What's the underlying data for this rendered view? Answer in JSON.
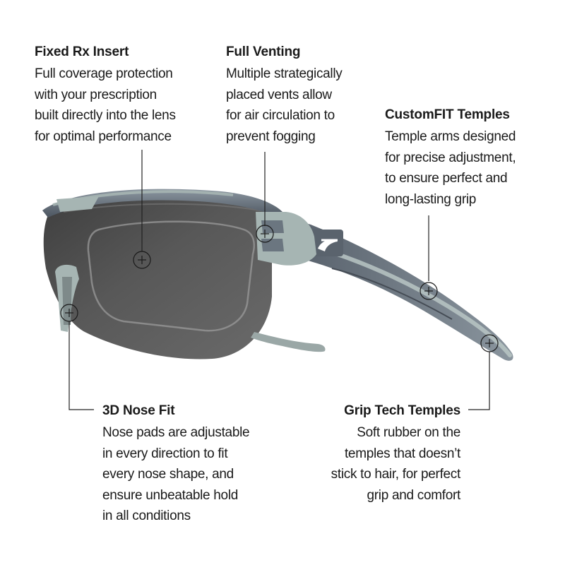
{
  "features": {
    "fixed_rx": {
      "title": "Fixed Rx Insert",
      "body": "Full coverage protection\nwith your prescription\nbuilt directly into the lens\nfor optimal performance"
    },
    "full_venting": {
      "title": "Full Venting",
      "body": "Multiple strategically\nplaced vents allow\nfor air circulation to\nprevent fogging"
    },
    "customfit": {
      "title": "CustomFIT Temples",
      "body": "Temple arms designed\nfor precise adjustment,\nto ensure perfect and\nlong-lasting grip"
    },
    "nose_fit": {
      "title": "3D Nose Fit",
      "body": "Nose pads are adjustable\nin every direction to fit\nevery nose shape, and\nensure unbeatable hold\nin all conditions"
    },
    "grip_tech": {
      "title": "Grip Tech Temples",
      "body": "Soft rubber on the\ntemples that doesn’t\nstick to hair, for perfect\ngrip and comfort"
    }
  },
  "colors": {
    "lens": "#4a4a4a",
    "frame": "#5c6570",
    "frame_light": "#a6b5b3",
    "callout_line": "#222222"
  },
  "icons": [
    "crosshair-icon",
    "brand-logo-icon"
  ]
}
